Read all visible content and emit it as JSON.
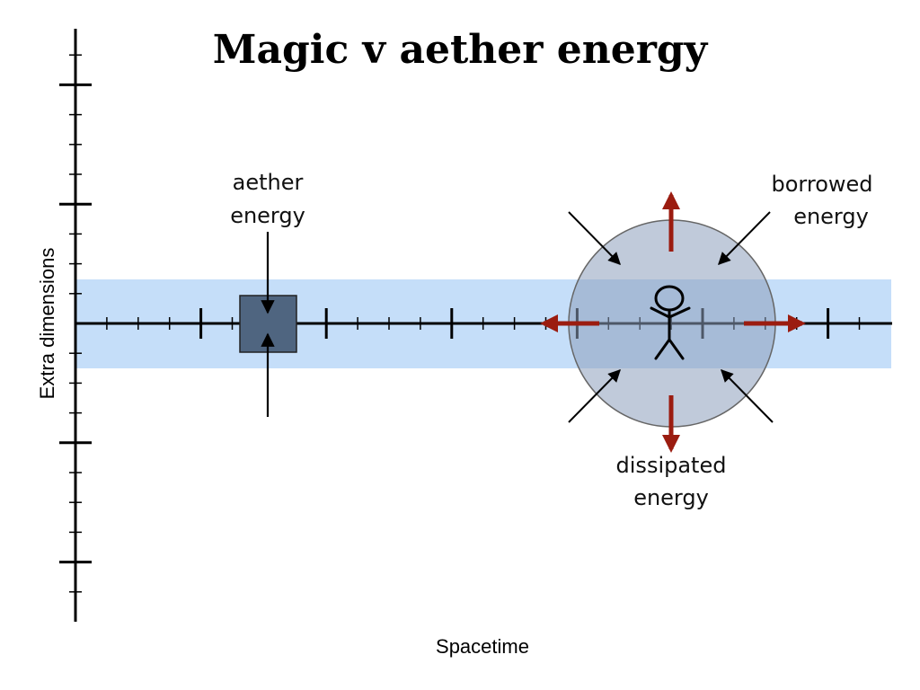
{
  "slide": {
    "title": "Magic v aether energy"
  },
  "axes": {
    "x_label": "Spacetime",
    "y_label": "Extra dimensions"
  },
  "labels": {
    "aether_line1": "aether",
    "aether_line2": "energy",
    "borrowed_line1": "borrowed",
    "borrowed_line2": "energy",
    "dissipated_line1": "dissipated",
    "dissipated_line2": "energy"
  },
  "colors": {
    "band": "#c5def9",
    "circle": "#8d9fbb",
    "box": "#4f6580",
    "red_arrow": "#9b1c10",
    "axis": "#000000"
  }
}
